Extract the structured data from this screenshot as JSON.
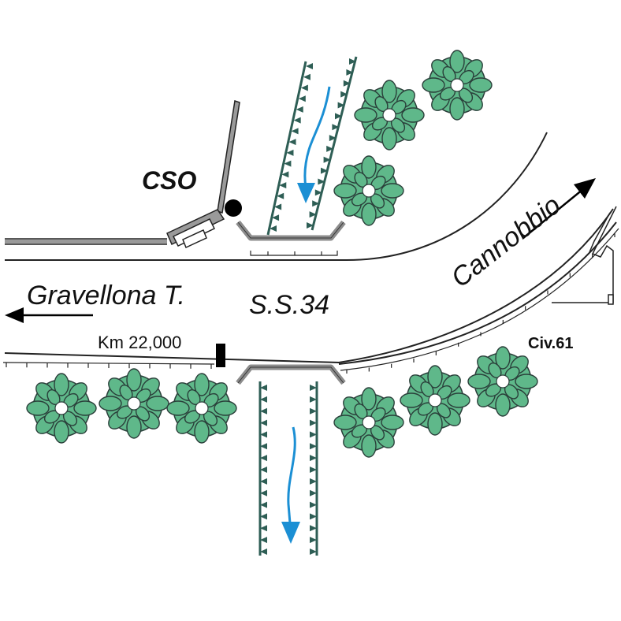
{
  "labels": {
    "cso": "CSO",
    "gravellona": "Gravellona T.",
    "road": "S.S.34",
    "km": "Km 22,000",
    "cannobbio": "Cannobbio",
    "civ": "Civ.61"
  },
  "colors": {
    "stream_edge": "#2e5e55",
    "tree_fill": "#5fb88a",
    "tree_stroke": "#2a3f3a",
    "flow_arrow": "#1b8fd4",
    "bridge_rail": "#8c8c8c",
    "road_line": "#222222",
    "wall_fill": "#9a9a9a"
  },
  "icons": {
    "tree": "tree-icon",
    "direction_arrow": "arrow-icon",
    "flow": "flow-arrow-icon",
    "cso_point": "dot-icon",
    "km_marker": "marker-icon"
  }
}
